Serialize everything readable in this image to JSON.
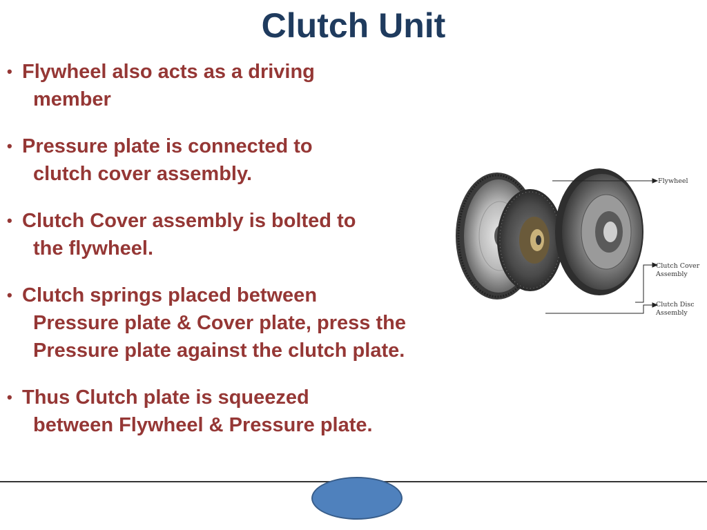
{
  "slide": {
    "title": "Clutch Unit",
    "bullets": [
      {
        "first": "Flywheel  also  acts  as  a  driving",
        "rest": "member"
      },
      {
        "first": "Pressure  plate  is  connected  to",
        "rest": "clutch cover assembly."
      },
      {
        "first": "Clutch Cover assembly is bolted to",
        "rest": "the flywheel."
      },
      {
        "first": "Clutch   springs   placed   between",
        "rest": "Pressure plate & Cover plate, press the  Pressure  plate  against  the clutch plate."
      },
      {
        "first": "Thus  Clutch  plate  is  squeezed",
        "rest": "between Flywheel & Pressure plate."
      }
    ],
    "figure": {
      "label_flywheel": "Flywheel",
      "label_cover_1": "Clutch Cover",
      "label_cover_2": "Assembly",
      "label_disc_1": "Clutch Disc",
      "label_disc_2": "Assembly"
    },
    "colors": {
      "title": "#1f3b5e",
      "bullet_text": "#953735",
      "page_shape": "#4f81bd"
    }
  }
}
